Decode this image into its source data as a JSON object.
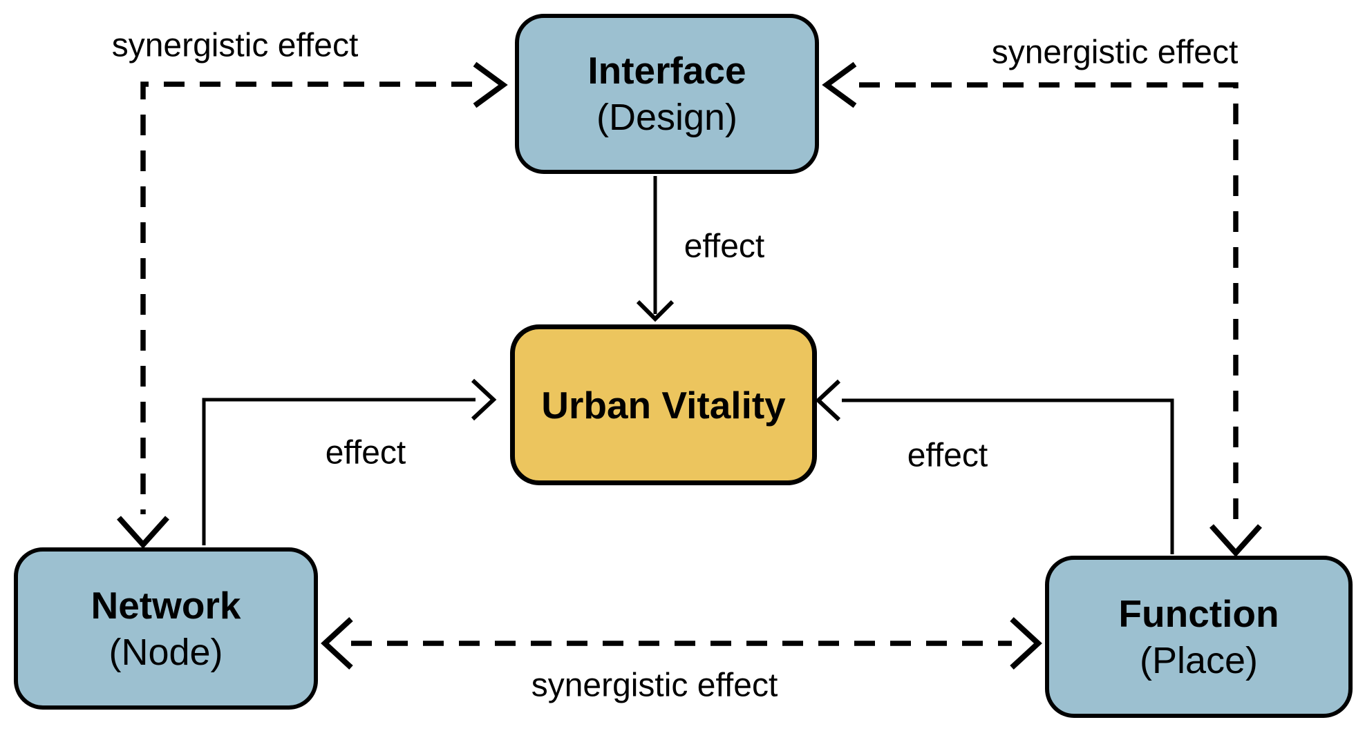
{
  "diagram": {
    "nodes": {
      "interface": {
        "title": "Interface",
        "subtitle": "(Design)"
      },
      "urban_vitality": {
        "title": "Urban Vitality"
      },
      "network": {
        "title": "Network",
        "subtitle": "(Node)"
      },
      "function": {
        "title": "Function",
        "subtitle": "(Place)"
      }
    },
    "labels": {
      "effect_top": "effect",
      "effect_left": "effect",
      "effect_right": "effect",
      "synergy_top_left": "synergistic effect",
      "synergy_top_right": "synergistic effect",
      "synergy_bottom": "synergistic effect"
    },
    "colors": {
      "node_fill_blue": "#9CC0D0",
      "node_fill_yellow": "#ECC55E",
      "line": "#000000",
      "background": "#FFFFFF"
    }
  }
}
